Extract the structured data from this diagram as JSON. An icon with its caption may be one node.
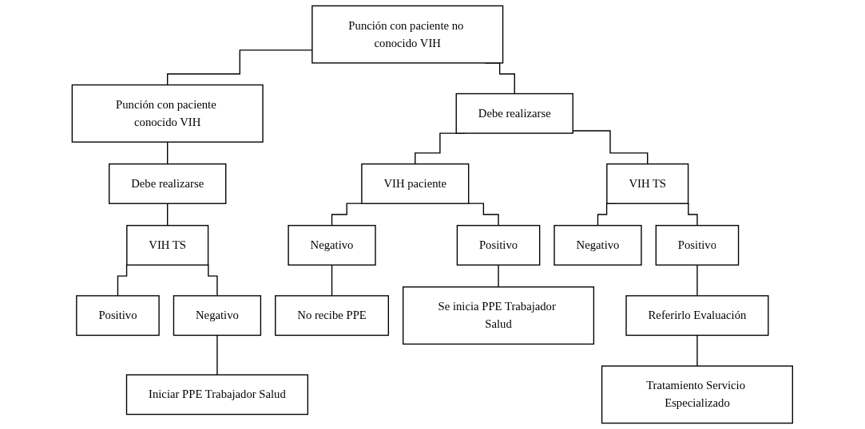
{
  "diagram": {
    "nodes": [
      {
        "text": [
          "Punción con paciente no conocido VIH"
        ]
      },
      {
        "text": [
          "Punción con paciente conocido VIH"
        ]
      },
      {
        "text": [
          "Debe realizarse"
        ]
      },
      {
        "text": [
          "Debe realizarse"
        ]
      },
      {
        "text": [
          "VIH paciente"
        ]
      },
      {
        "text": [
          "VIH TS"
        ]
      },
      {
        "text": [
          "VIH TS"
        ]
      },
      {
        "text": [
          "Negativo"
        ]
      },
      {
        "text": [
          "Positivo"
        ]
      },
      {
        "text": [
          "Negativo"
        ]
      },
      {
        "text": [
          "Positivo"
        ]
      },
      {
        "text": [
          "Positivo"
        ]
      },
      {
        "text": [
          "Negativo"
        ]
      },
      {
        "text": [
          "No recibe PPE"
        ]
      },
      {
        "text": [
          "Se inicia PPE Trabajador Salud"
        ]
      },
      {
        "text": [
          "Referirlo Evaluación"
        ]
      },
      {
        "text": [
          "Iniciar PPE Trabajador Salud"
        ]
      },
      {
        "text": [
          "Tratamiento Servicio Especializado"
        ]
      }
    ],
    "edges": [
      {
        "from": 0,
        "to": 1,
        "arrow": "none"
      },
      {
        "from": 0,
        "to": 2,
        "arrow": "none"
      },
      {
        "from": 1,
        "to": 3,
        "arrow": "none"
      },
      {
        "from": 2,
        "to": 4,
        "arrow": "none"
      },
      {
        "from": 2,
        "to": 5,
        "arrow": "none"
      },
      {
        "from": 3,
        "to": 6,
        "arrow": "none"
      },
      {
        "from": 4,
        "to": 7,
        "arrow": "none"
      },
      {
        "from": 4,
        "to": 8,
        "arrow": "none"
      },
      {
        "from": 5,
        "to": 9,
        "arrow": "none"
      },
      {
        "from": 5,
        "to": 10,
        "arrow": "none"
      },
      {
        "from": 6,
        "to": 11,
        "arrow": "none"
      },
      {
        "from": 6,
        "to": 12,
        "arrow": "none"
      },
      {
        "from": 7,
        "to": 13,
        "arrow": "none"
      },
      {
        "from": 8,
        "to": 14,
        "arrow": "none"
      },
      {
        "from": 10,
        "to": 15,
        "arrow": "none"
      },
      {
        "from": 12,
        "to": 16,
        "arrow": "none"
      },
      {
        "from": 15,
        "to": 17,
        "arrow": "none"
      }
    ]
  }
}
